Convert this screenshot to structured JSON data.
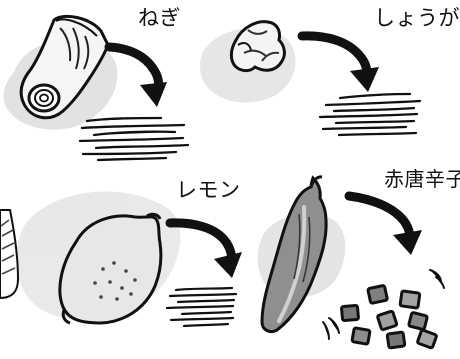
{
  "labels": {
    "negi": "ねぎ",
    "shoga": "しょうが",
    "lemon": "レモン",
    "chili": "赤唐辛子"
  },
  "colors": {
    "ink": "#111111",
    "shadow_gray": "#d8d8d8",
    "soft_gray": "#bdbdbd",
    "light_gray": "#efefef",
    "mid_gray": "#8e8e8e",
    "dark_gray": "#555555"
  },
  "icons": {
    "scallion": "scallion-icon",
    "ginger": "ginger-icon",
    "lemon": "lemon-icon",
    "chili": "chili-pepper-icon",
    "arrow": "curved-arrow-icon",
    "shreds": "shredded-strips-icon",
    "chopped": "chopped-pieces-icon"
  }
}
